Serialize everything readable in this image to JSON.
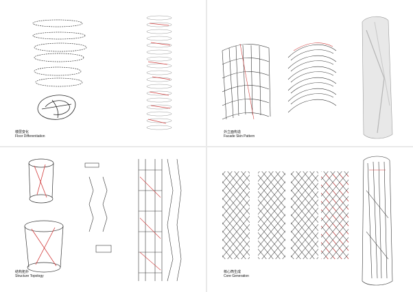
{
  "panels": [
    {
      "caption_zh": "楼层变化",
      "caption_en": "Floor Differentiation"
    },
    {
      "caption_zh": "外立面构造",
      "caption_en": "Facade Skin Pattern"
    },
    {
      "caption_zh": "结构拓扑",
      "caption_en": "Structure Topology"
    },
    {
      "caption_zh": "核心筒生成",
      "caption_en": "Core Generation"
    }
  ],
  "colors": {
    "line": "#333333",
    "accent": "#d23a3a",
    "light": "#9a9a9a"
  }
}
